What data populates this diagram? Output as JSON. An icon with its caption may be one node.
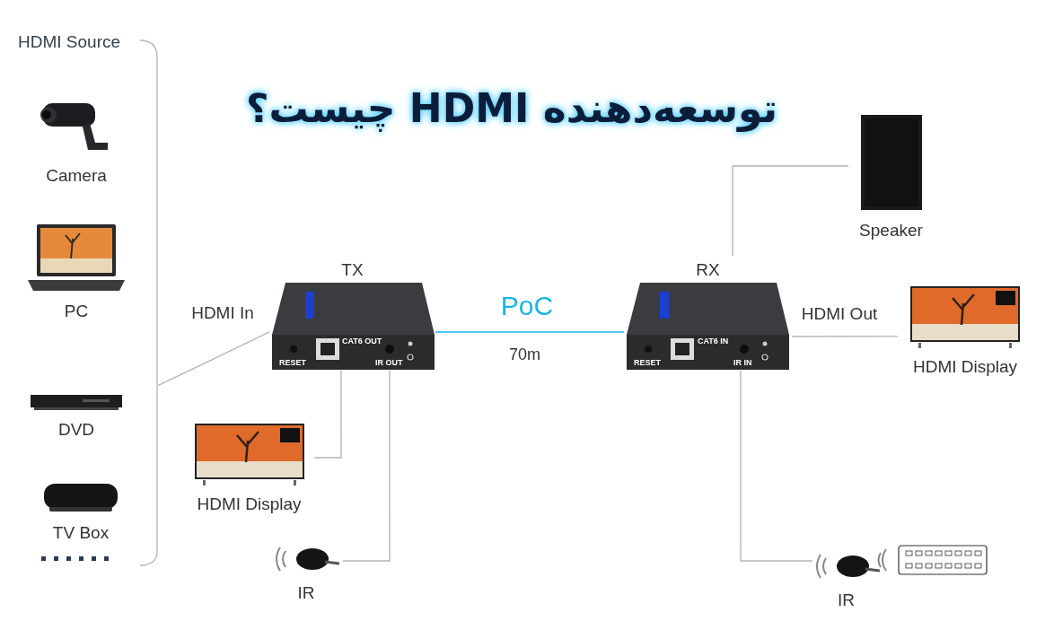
{
  "diagram": {
    "title": "توسعه‌دهنده HDMI چیست؟",
    "nodes": [
      {
        "text": [
          "HDMI Source"
        ]
      },
      {
        "text": [
          "Camera"
        ],
        "in": 0
      },
      {
        "text": [
          "PC"
        ],
        "in": 0
      },
      {
        "text": [
          "DVD"
        ],
        "in": 0
      },
      {
        "text": [
          "TV Box"
        ],
        "in": 0
      },
      {
        "text": [
          "TX"
        ]
      },
      {
        "text": [
          "RX"
        ]
      },
      {
        "text": [
          "Speaker"
        ]
      },
      {
        "text": [
          "HDMI Display"
        ]
      },
      {
        "text": [
          "HDMI Display"
        ]
      },
      {
        "text": [
          "IR"
        ]
      },
      {
        "text": [
          "IR"
        ]
      }
    ],
    "edges": [
      {
        "from": 0,
        "to": 5,
        "arrow": "none",
        "label": "HDMI In"
      },
      {
        "from": 5,
        "to": 6,
        "arrow": "none",
        "label": "PoC",
        "color": "#1ab4e6"
      },
      {
        "from": 5,
        "to": 9,
        "arrow": "none"
      },
      {
        "from": 5,
        "to": 10,
        "arrow": "none"
      },
      {
        "from": 6,
        "to": 7,
        "arrow": "none"
      },
      {
        "from": 6,
        "to": 8,
        "arrow": "none",
        "label": "HDMI Out"
      },
      {
        "from": 6,
        "to": 11,
        "arrow": "none"
      }
    ],
    "labels": [
      "70m",
      "RESET",
      "CAT6 OUT",
      "IR OUT",
      "RESET",
      "CAT6 IN",
      "IR IN"
    ]
  }
}
